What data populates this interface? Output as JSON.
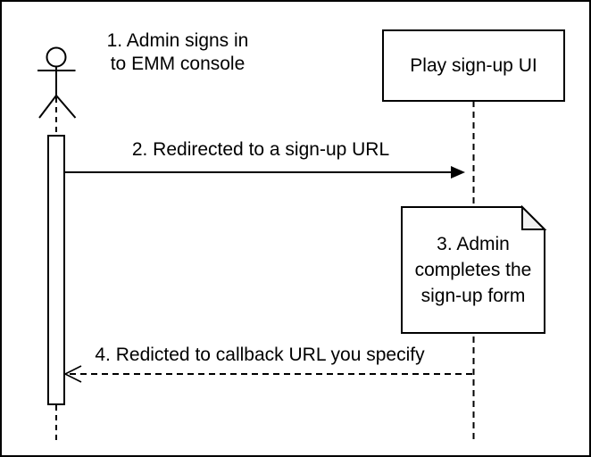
{
  "colors": {
    "stroke": "#000000",
    "background": "#ffffff",
    "note_fold_fill": "#f2f2f2"
  },
  "participants": {
    "admin_actor": {
      "type": "actor"
    },
    "play_signup_ui": {
      "label": "Play sign-up UI"
    }
  },
  "steps": {
    "step1": {
      "label": "1. Admin signs in\nto EMM console"
    },
    "step2": {
      "label": "2. Redirected to a sign-up URL"
    },
    "step3": {
      "label": "3. Admin\ncompletes the\nsign-up form"
    },
    "step4": {
      "label": "4. Redicted to callback URL you specify"
    }
  }
}
